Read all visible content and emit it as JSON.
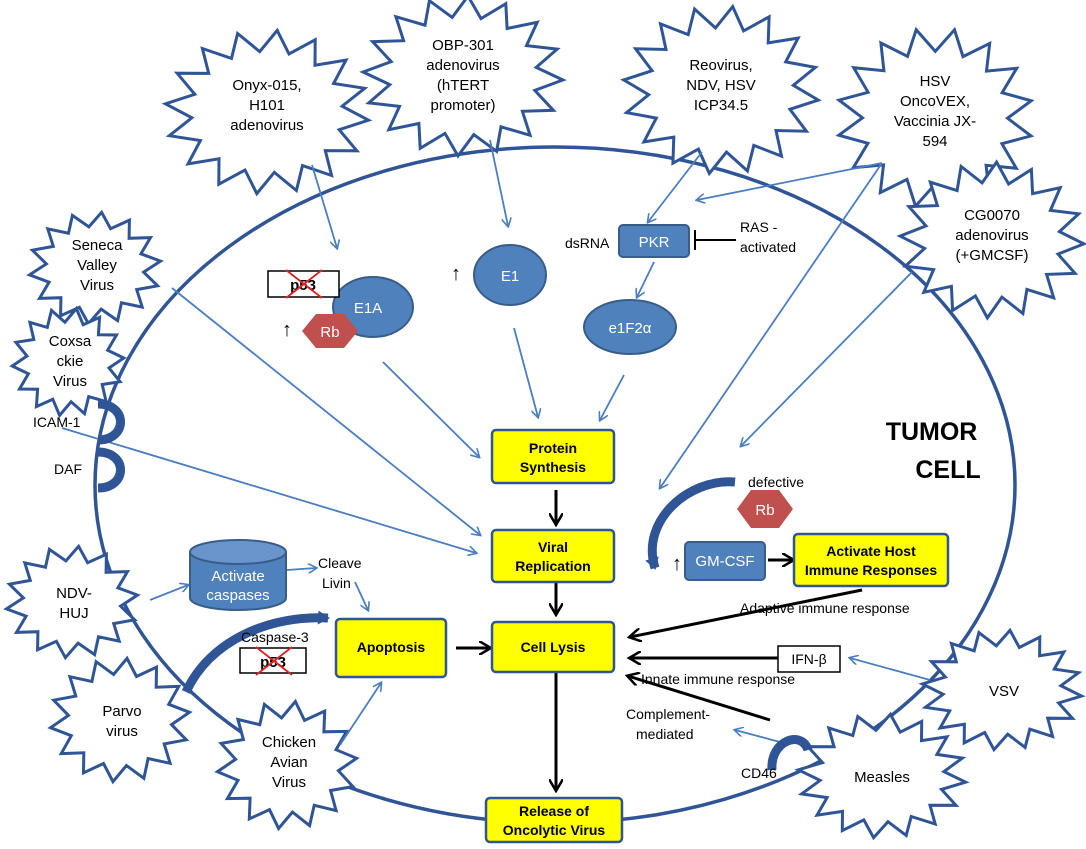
{
  "cell_label": [
    "TUMOR",
    "CELL"
  ],
  "viruses": {
    "onyx": [
      "Onyx-015,",
      "H101",
      "adenovirus"
    ],
    "obp": [
      "OBP-301",
      "adenovirus",
      "(hTERT",
      "promoter)"
    ],
    "reovirus": [
      "Reovirus,",
      "NDV, HSV",
      "ICP34.5"
    ],
    "hsv": [
      "HSV",
      "OncoVEX,",
      "Vaccinia JX-",
      "594"
    ],
    "cg0070": [
      "CG0070",
      "adenovirus",
      "(+GMCSF)"
    ],
    "seneca": [
      "Seneca",
      "Valley",
      "Virus"
    ],
    "coxsackie": [
      "Coxsa",
      "ckie",
      "Virus"
    ],
    "ndv_huj": [
      "NDV-",
      "HUJ"
    ],
    "parvo": [
      "Parvo",
      "virus"
    ],
    "chicken": [
      "Chicken",
      "Avian",
      "Virus"
    ],
    "vsv": [
      "VSV"
    ],
    "measles": [
      "Measles"
    ]
  },
  "process_boxes": {
    "protein_synthesis": [
      "Protein",
      "Synthesis"
    ],
    "viral_replication": [
      "Viral",
      "Replication"
    ],
    "cell_lysis": [
      "Cell Lysis"
    ],
    "apoptosis": [
      "Apoptosis"
    ],
    "release": [
      "Release of",
      "Oncolytic Virus"
    ],
    "immune": [
      "Activate Host",
      "Immune Responses"
    ]
  },
  "molecules": {
    "e1a": "E1A",
    "rb": "Rb",
    "rb_defective": "Rb",
    "p53_top": "p53",
    "p53_bottom": "p53",
    "e1": "E1",
    "pkr": "PKR",
    "e1f2a": "e1F2α",
    "gmcsf": "GM-CSF",
    "caspases": [
      "Activate",
      "caspases"
    ],
    "ifn": "IFN-β"
  },
  "labels": {
    "dsrna": "dsRNA",
    "ras": [
      "RAS -",
      "activated"
    ],
    "icam": "ICAM-1",
    "daf": "DAF",
    "cd46": "CD46",
    "defective": "defective",
    "cleave_livin": [
      "Cleave",
      "Livin"
    ],
    "caspase3": "Caspase-3",
    "adaptive": "Adaptive immune response",
    "innate": "Innate immune response",
    "complement": [
      "Complement-",
      "mediated"
    ],
    "up_arrow": "↑"
  },
  "colors": {
    "outline": "#2f5597",
    "arrow_blue": "#4a7ec0",
    "molecule_fill": "#4f81bd",
    "molecule_stroke": "#385d8a",
    "rb_fill": "#c0504d",
    "process_fill": "#ffff00",
    "process_stroke": "#2f5597",
    "star_stroke": "#2f5597"
  }
}
